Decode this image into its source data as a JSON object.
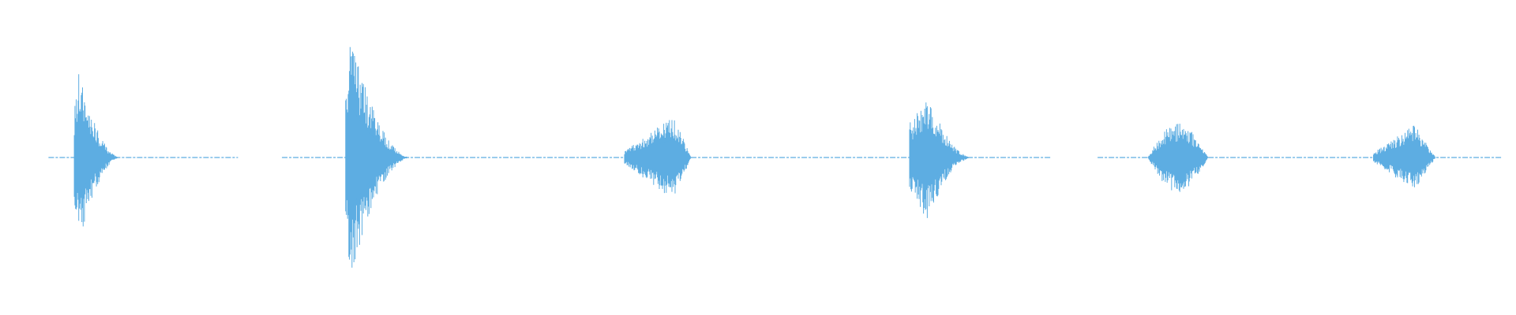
{
  "waveform": {
    "color": "#5dade2",
    "background": "#ffffff",
    "segments": [
      {
        "start": 0.032,
        "end": 0.157
      },
      {
        "start": 0.186,
        "end": 0.693
      },
      {
        "start": 0.724,
        "end": 0.991
      }
    ],
    "bursts": [
      {
        "onset": 0.049,
        "peak_at": 0.052,
        "end": 0.079,
        "amplitude": 0.55,
        "shape": "percussive"
      },
      {
        "onset": 0.228,
        "peak_at": 0.231,
        "end": 0.27,
        "amplitude": 0.78,
        "shape": "percussive"
      },
      {
        "onset": 0.412,
        "peak_at": 0.444,
        "end": 0.456,
        "amplitude": 0.27,
        "shape": "swell"
      },
      {
        "onset": 0.6,
        "peak_at": 0.612,
        "end": 0.641,
        "amplitude": 0.4,
        "shape": "percussive"
      },
      {
        "onset": 0.757,
        "peak_at": 0.776,
        "end": 0.797,
        "amplitude": 0.22,
        "shape": "symmetric"
      },
      {
        "onset": 0.906,
        "peak_at": 0.933,
        "end": 0.947,
        "amplitude": 0.21,
        "shape": "swell"
      }
    ]
  }
}
